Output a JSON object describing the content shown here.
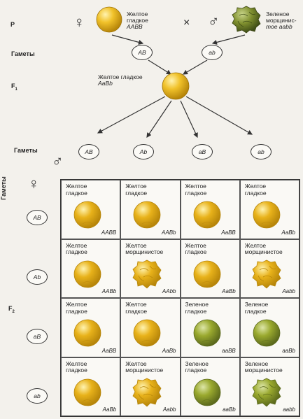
{
  "labels": {
    "p": "P",
    "gametes1": "Гаметы",
    "f1": "F1",
    "gametes2": "Гаметы",
    "gametes_side": "Гаметы",
    "f2": "F2"
  },
  "parents": {
    "female_symbol": "♀",
    "male_symbol": "♂",
    "cross_symbol": "×",
    "left": {
      "line1": "Желтое",
      "line2": "гладкое",
      "genotype": "AABB"
    },
    "right": {
      "line1": "Зеленое",
      "line2": "морщинис-",
      "line3": "тое aabb"
    }
  },
  "parent_gametes": [
    "AB",
    "ab"
  ],
  "f1": {
    "line1": "Желтое гладкое",
    "genotype": "AaBb"
  },
  "f1_gametes": [
    "AB",
    "Ab",
    "aB",
    "ab"
  ],
  "column_gametes": [
    "AB",
    "Ab",
    "aB",
    "ab"
  ],
  "row_gametes": [
    "AB",
    "Ab",
    "aB",
    "ab"
  ],
  "seed_colors": {
    "yellow": "#e8b21a",
    "green": "#9aa92e"
  },
  "punnett": [
    [
      {
        "phenotype": "Желтое\nгладкое",
        "genotype": "AABB",
        "color": "yellow",
        "shape": "smooth"
      },
      {
        "phenotype": "Желтое\nгладкое",
        "genotype": "AABb",
        "color": "yellow",
        "shape": "smooth"
      },
      {
        "phenotype": "Желтое\nгладкое",
        "genotype": "AaBB",
        "color": "yellow",
        "shape": "smooth"
      },
      {
        "phenotype": "Желтое\nгладкое",
        "genotype": "AaBb",
        "color": "yellow",
        "shape": "smooth"
      }
    ],
    [
      {
        "phenotype": "Желтое\nгладкое",
        "genotype": "AABb",
        "color": "yellow",
        "shape": "smooth"
      },
      {
        "phenotype": "Желтое\nморщинистое",
        "genotype": "AAbb",
        "color": "yellow",
        "shape": "wrinkled"
      },
      {
        "phenotype": "Желтое\nгладкое",
        "genotype": "AaBb",
        "color": "yellow",
        "shape": "smooth"
      },
      {
        "phenotype": "Желтое\nморщинистое",
        "genotype": "Aabb",
        "color": "yellow",
        "shape": "wrinkled"
      }
    ],
    [
      {
        "phenotype": "Желтое\nгладкое",
        "genotype": "AaBB",
        "color": "yellow",
        "shape": "smooth"
      },
      {
        "phenotype": "Желтое\nгладкое",
        "genotype": "AaBb",
        "color": "yellow",
        "shape": "smooth"
      },
      {
        "phenotype": "Зеленое\nгладкое",
        "genotype": "aaBB",
        "color": "green",
        "shape": "smooth"
      },
      {
        "phenotype": "Зеленое\nгладкое",
        "genotype": "aaBb",
        "color": "green",
        "shape": "smooth"
      }
    ],
    [
      {
        "phenotype": "Желтое\nгладкое",
        "genotype": "AaBb",
        "color": "yellow",
        "shape": "smooth"
      },
      {
        "phenotype": "Желтое\nморщинистое",
        "genotype": "Aabb",
        "color": "yellow",
        "shape": "wrinkled"
      },
      {
        "phenotype": "Зеленое\nгладкое",
        "genotype": "aaBb",
        "color": "green",
        "shape": "smooth"
      },
      {
        "phenotype": "Зеленое\nморщинистое",
        "genotype": "aabb",
        "color": "green",
        "shape": "wrinkled"
      }
    ]
  ]
}
